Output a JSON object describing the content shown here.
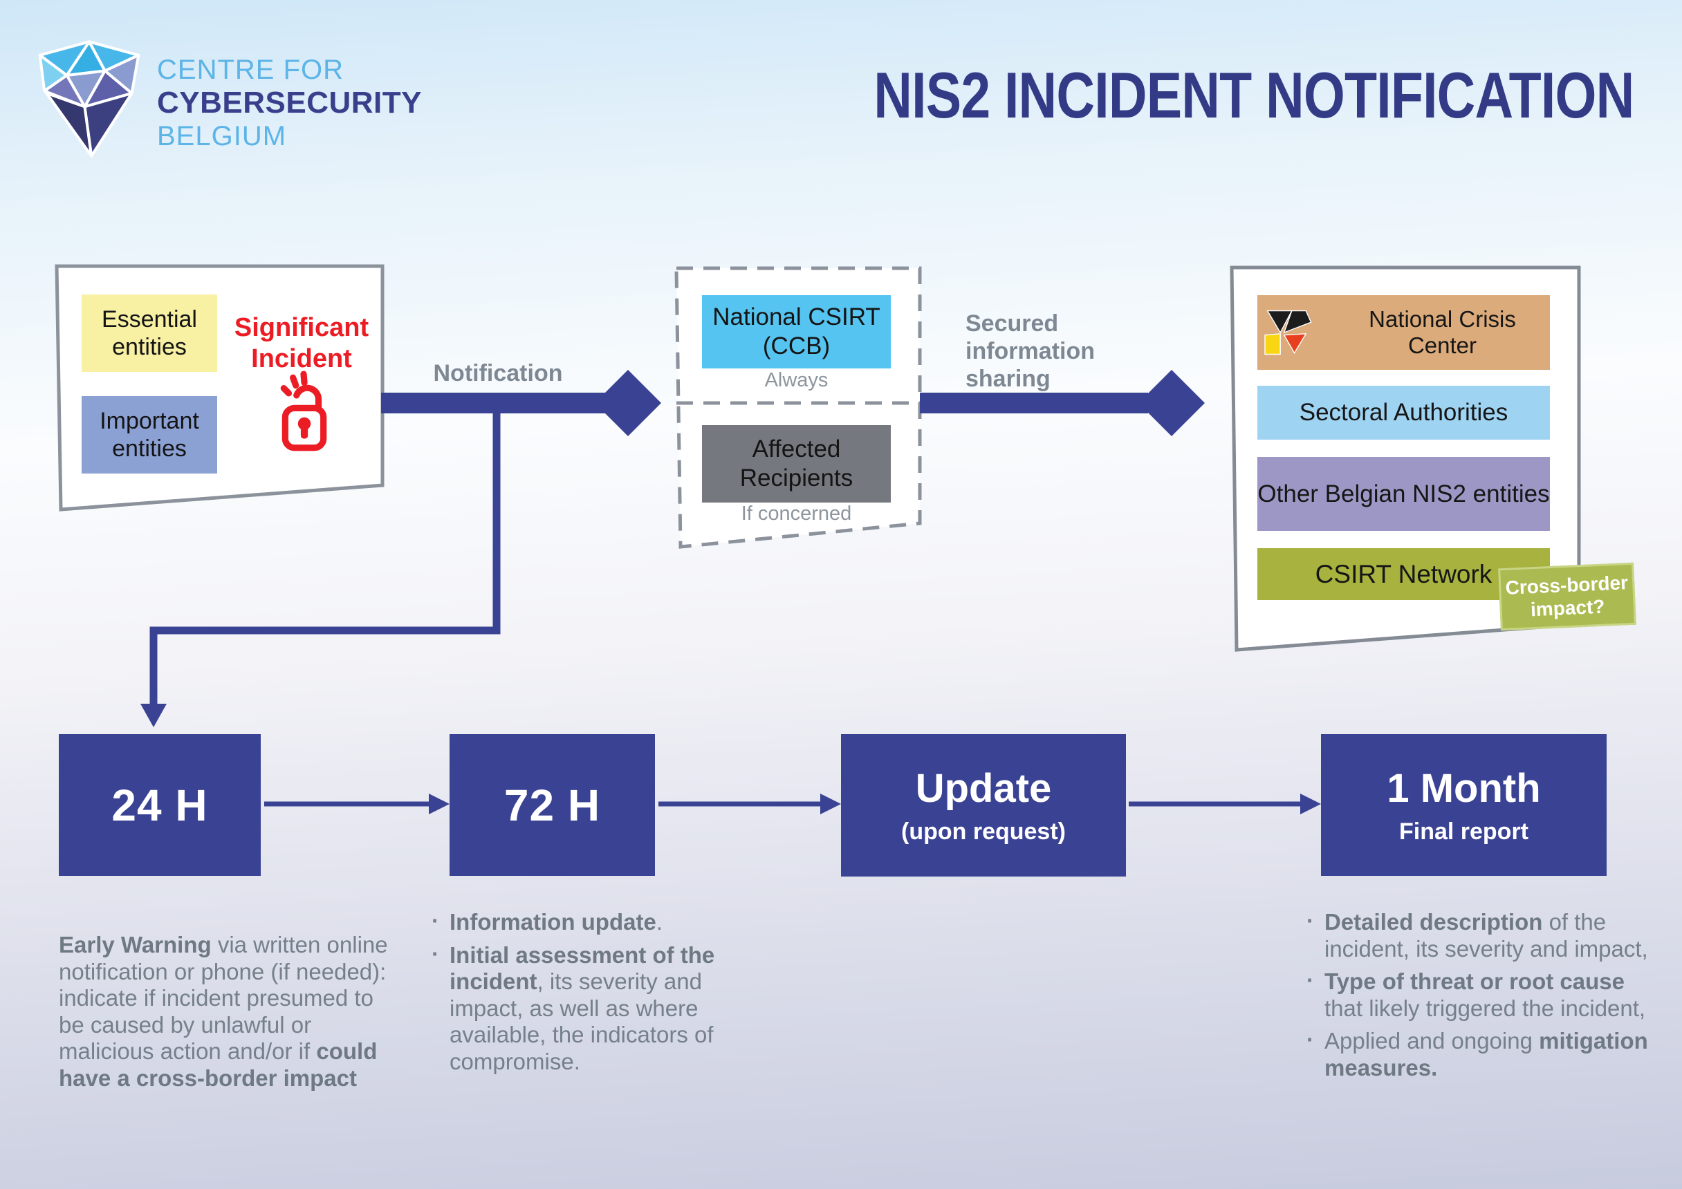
{
  "logo": {
    "brand_line1": "CENTRE FOR",
    "brand_line2": "CYBERSECURITY",
    "brand_line3": "BELGIUM"
  },
  "header": {
    "title": "NIS2 INCIDENT NOTIFICATION"
  },
  "entities_box": {
    "essential": "Essential entities",
    "important": "Important entities",
    "significant_incident": "Significant Incident"
  },
  "flow": {
    "notification": "Notification",
    "secured": "Secured information sharing"
  },
  "csirt_box": {
    "national_csirt": "National CSIRT (CCB)",
    "always": "Always",
    "affected": "Affected Recipients",
    "if_concerned": "If concerned"
  },
  "recipients_box": {
    "ncc": "National Crisis Center",
    "sectoral": "Sectoral Authorities",
    "other_nis2": "Other Belgian NIS2 entities",
    "csirt_network": "CSIRT Network",
    "cross_border": "Cross-border impact?"
  },
  "timeline": {
    "h24": "24 H",
    "h72": "72 H",
    "update": "Update",
    "update_sub": "(upon request)",
    "month": "1 Month",
    "month_sub": "Final report"
  },
  "notes": {
    "bullet_glyph": "·",
    "d24": {
      "b1": "Early Warning",
      "r1": " via written online notification or phone (if needed): indicate if incident presumed to be caused by unlawful or malicious action and/or if ",
      "b2": "could have a cross-border impact"
    },
    "d72": [
      {
        "pre": "",
        "bold": "Information update",
        "post": "."
      },
      {
        "pre": "",
        "bold": "Initial assessment of the incident",
        "post": ", its severity and impact, as well as where available, the indicators of compromise."
      }
    ],
    "dmonth": [
      {
        "pre": "",
        "bold": "Detailed description",
        "post": " of the incident, its severity and impact,"
      },
      {
        "pre": "",
        "bold": "Type of threat or root cause",
        "post": " that likely triggered the incident,"
      },
      {
        "pre": "Applied and ongoing ",
        "bold": "mitigation measures.",
        "post": ""
      }
    ]
  },
  "icons": {
    "shield": "ccb-shield-logo",
    "lock": "open-padlock-alarm-icon",
    "ncc_hexagon": "national-crisis-center-logo",
    "arrow": "flow-arrow"
  },
  "colors": {
    "navy": "#3a4294",
    "title_navy": "#343b86",
    "red": "#ec1c24",
    "yellow": "#f8f0a3",
    "periwinkle": "#8ba1d4",
    "sky_blue": "#55c4f0",
    "gray_box": "#75797f",
    "tan": "#dcab7b",
    "light_blue": "#9fd3f2",
    "purple": "#9d97c6",
    "olive": "#a7b23f",
    "tag_olive": "#abbb52",
    "border_gray": "#8b929b",
    "text_gray": "#75808a"
  }
}
